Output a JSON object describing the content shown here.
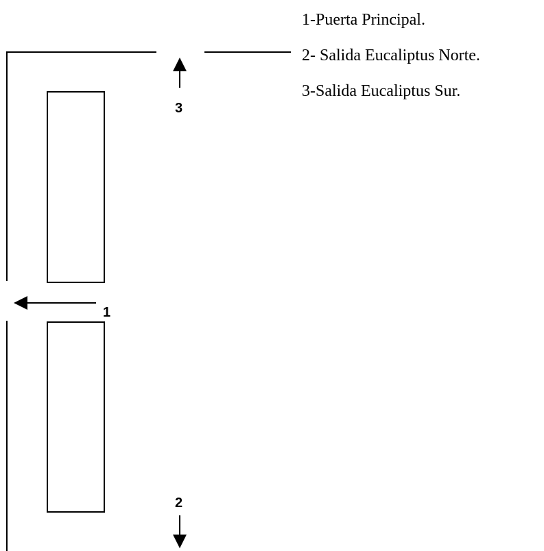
{
  "markers": {
    "one": "1",
    "two": "2",
    "three": "3"
  },
  "legend": [
    "1-Puerta Principal.",
    "2- Salida Eucaliptus Norte.",
    "3-Salida Eucaliptus Sur."
  ]
}
